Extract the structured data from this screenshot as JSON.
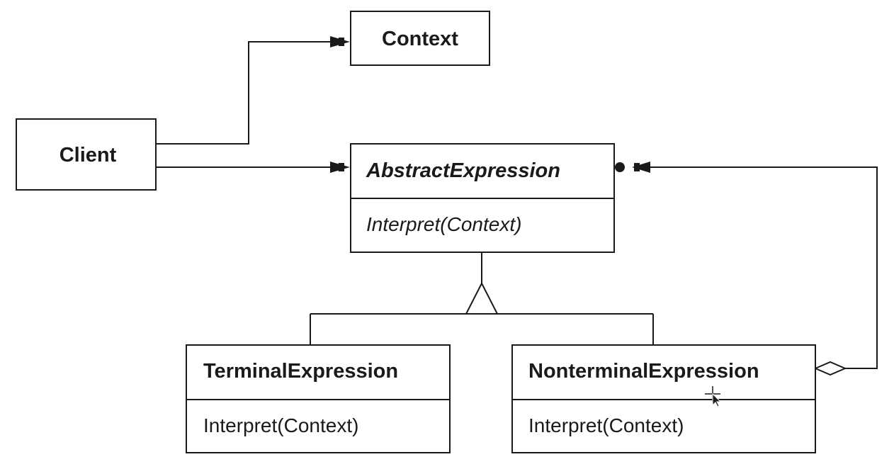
{
  "classes": {
    "context": {
      "name": "Context"
    },
    "client": {
      "name": "Client"
    },
    "abstract_expression": {
      "name": "AbstractExpression",
      "operation": "Interpret(Context)"
    },
    "terminal_expression": {
      "name": "TerminalExpression",
      "operation": "Interpret(Context)"
    },
    "nonterminal_expression": {
      "name": "NonterminalExpression",
      "operation": "Interpret(Context)"
    }
  },
  "colors": {
    "stroke": "#1a1a1a",
    "background": "#ffffff"
  }
}
